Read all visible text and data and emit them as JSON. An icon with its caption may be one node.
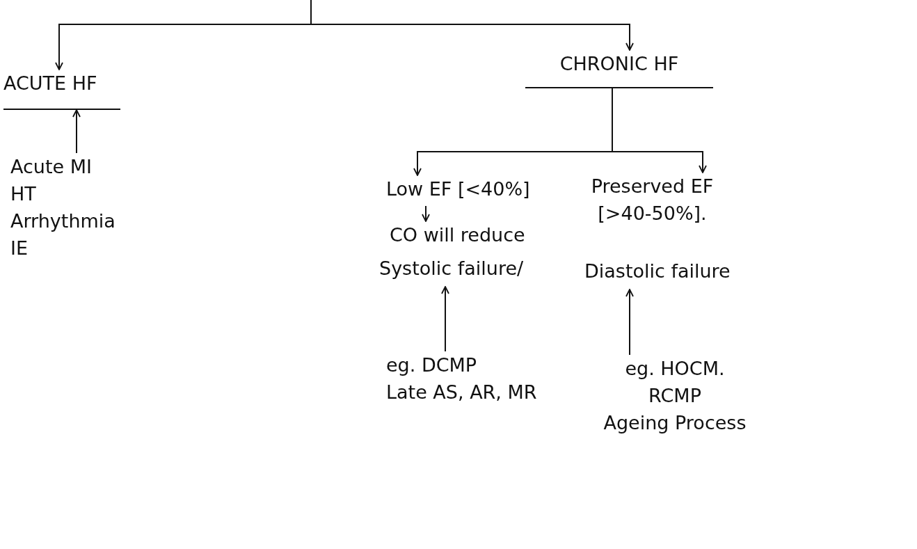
{
  "diagram": {
    "nodes": [
      {
        "text": [
          "ACUTE HF"
        ]
      },
      {
        "text": [
          "Acute MI",
          "HT",
          "Arrhythmia",
          "IE"
        ]
      },
      {
        "text": [
          "CHRONIC HF"
        ]
      },
      {
        "text": [
          "Low EF [<40%]"
        ]
      },
      {
        "text": [
          "CO will reduce"
        ]
      },
      {
        "text": [
          "Systolic failure/"
        ]
      },
      {
        "text": [
          "eg. DCMP",
          "Late AS, AR, MR"
        ]
      },
      {
        "text": [
          "Preserved EF [>40-50%]."
        ]
      },
      {
        "text": [
          "Diastolic failure"
        ]
      },
      {
        "text": [
          "eg. HOCM.",
          "RCMP",
          "Ageing Process"
        ]
      }
    ],
    "edges": [
      {
        "from": null,
        "to": 0,
        "arrow": "to"
      },
      {
        "from": null,
        "to": 2,
        "arrow": "to"
      },
      {
        "from": 1,
        "to": 0,
        "arrow": "to"
      },
      {
        "from": 2,
        "to": 3,
        "arrow": "to"
      },
      {
        "from": 2,
        "to": 7,
        "arrow": "to"
      },
      {
        "from": 3,
        "to": 4,
        "arrow": "to"
      },
      {
        "from": 6,
        "to": 5,
        "arrow": "to"
      },
      {
        "from": 9,
        "to": 8,
        "arrow": "to"
      }
    ]
  }
}
